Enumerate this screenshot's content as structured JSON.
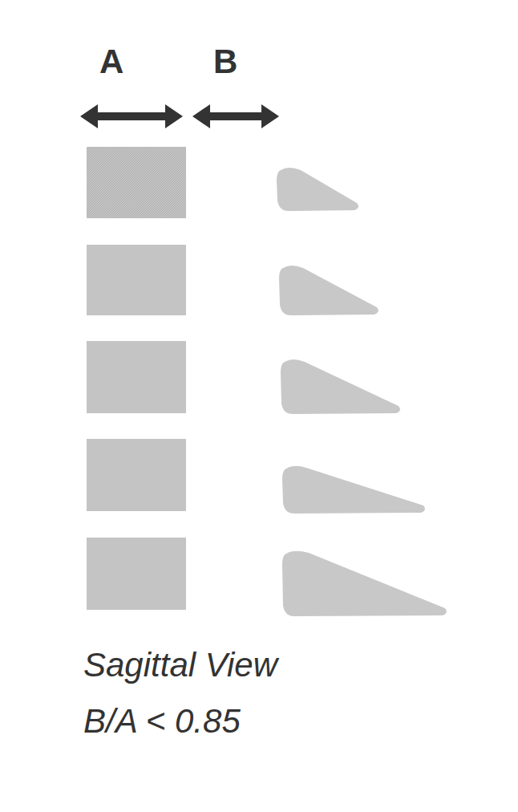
{
  "diagram": {
    "labels": [
      "A",
      "B",
      "Sagittal View",
      "B/A < 0.85"
    ]
  }
}
